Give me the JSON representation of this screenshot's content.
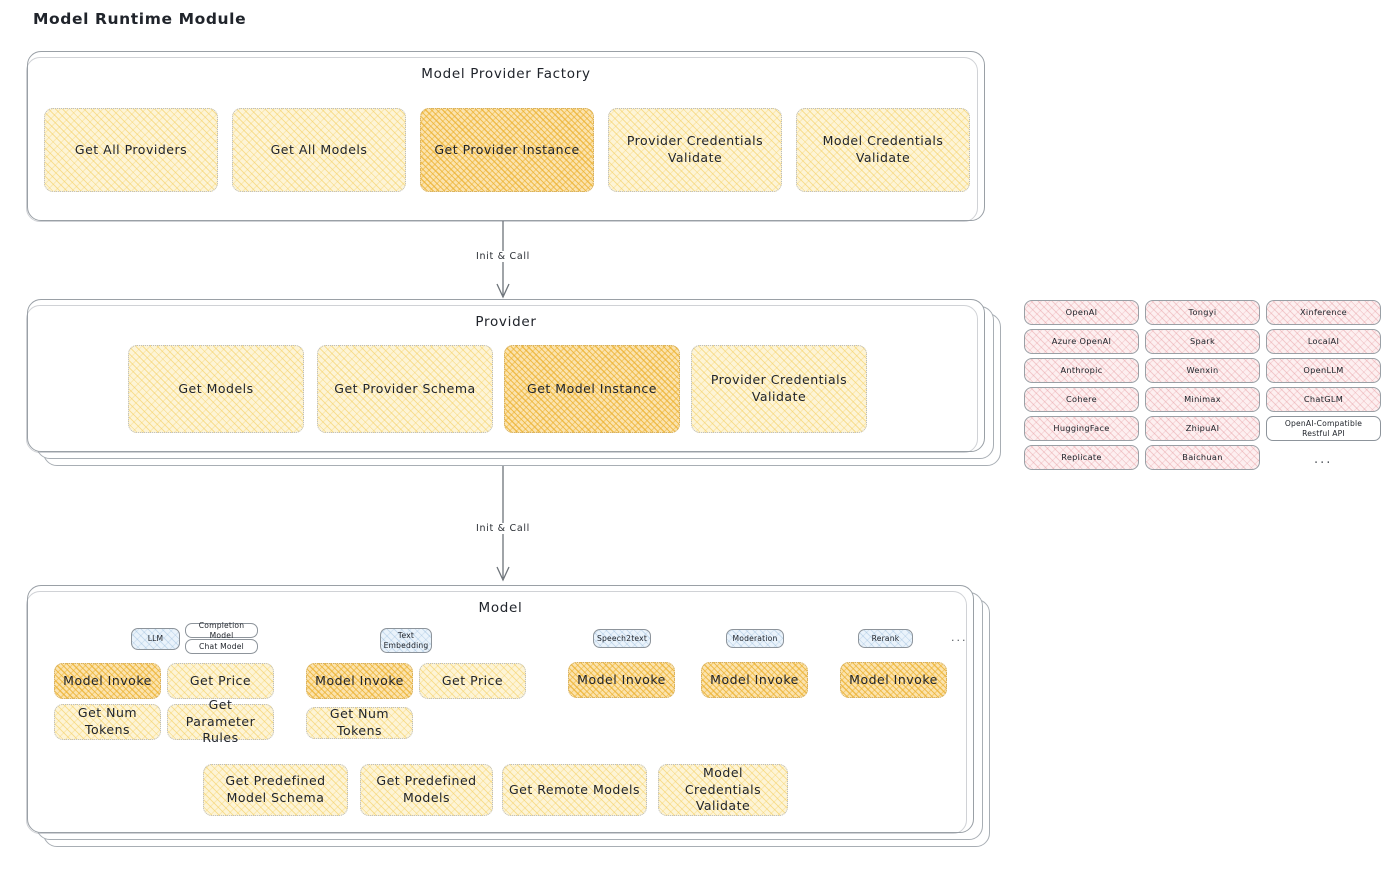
{
  "page": {
    "title": "Model Runtime Module"
  },
  "sections": {
    "factory": {
      "title": "Model Provider Factory",
      "nodes": [
        {
          "label": "Get All Providers",
          "highlighted": false
        },
        {
          "label": "Get All Models",
          "highlighted": false
        },
        {
          "label": "Get Provider Instance",
          "highlighted": true
        },
        {
          "label": "Provider Credentials Validate",
          "highlighted": false
        },
        {
          "label": "Model Credentials Validate",
          "highlighted": false
        }
      ]
    },
    "provider": {
      "title": "Provider",
      "nodes": [
        {
          "label": "Get Models",
          "highlighted": false
        },
        {
          "label": "Get Provider Schema",
          "highlighted": false
        },
        {
          "label": "Get Model Instance",
          "highlighted": true
        },
        {
          "label": "Provider Credentials Validate",
          "highlighted": false
        }
      ]
    },
    "model": {
      "title": "Model",
      "type_badges": [
        {
          "label": "LLM",
          "style": "blue"
        },
        {
          "label": "Completion Model",
          "style": "white"
        },
        {
          "label": "Chat Model",
          "style": "white"
        },
        {
          "label": "Text Embedding",
          "style": "blue"
        },
        {
          "label": "Speech2text",
          "style": "blue"
        },
        {
          "label": "Moderation",
          "style": "blue"
        },
        {
          "label": "Rerank",
          "style": "blue"
        }
      ],
      "badge_more": "...",
      "llm_ops": [
        {
          "label": "Model Invoke",
          "highlighted": true
        },
        {
          "label": "Get Price",
          "highlighted": false
        },
        {
          "label": "Get Num Tokens",
          "highlighted": false
        },
        {
          "label": "Get Parameter Rules",
          "highlighted": false
        }
      ],
      "embedding_ops": [
        {
          "label": "Model Invoke",
          "highlighted": true
        },
        {
          "label": "Get Price",
          "highlighted": false
        },
        {
          "label": "Get Num Tokens",
          "highlighted": false
        }
      ],
      "speech2text_ops": [
        {
          "label": "Model Invoke",
          "highlighted": true
        }
      ],
      "moderation_ops": [
        {
          "label": "Model Invoke",
          "highlighted": true
        }
      ],
      "rerank_ops": [
        {
          "label": "Model Invoke",
          "highlighted": true
        }
      ],
      "common_ops": [
        {
          "label": "Get Predefined Model Schema",
          "highlighted": false
        },
        {
          "label": "Get Predefined Models",
          "highlighted": false
        },
        {
          "label": "Get Remote Models",
          "highlighted": false
        },
        {
          "label": "Model Credentials Validate",
          "highlighted": false
        }
      ]
    }
  },
  "arrows": [
    {
      "label": "Init & Call"
    },
    {
      "label": "Init & Call"
    }
  ],
  "provider_list": {
    "columns": [
      {
        "items": [
          "OpenAI",
          "Azure OpenAI",
          "Anthropic",
          "Cohere",
          "HuggingFace",
          "Replicate"
        ]
      },
      {
        "items": [
          "Tongyi",
          "Spark",
          "Wenxin",
          "Minimax",
          "ZhipuAI",
          "Baichuan"
        ]
      },
      {
        "items": [
          "Xinference",
          "LocalAI",
          "OpenLLM",
          "ChatGLM",
          "OpenAI-Compatible Restful API"
        ]
      }
    ],
    "more": "..."
  },
  "colors": {
    "highlight_fill": "#fbe3ae",
    "soft_fill": "#fdf4d6",
    "rose_fill": "#fdeff0",
    "blue_fill": "#eaf3fb",
    "border": "#9aa0a6",
    "text": "#20242b"
  }
}
